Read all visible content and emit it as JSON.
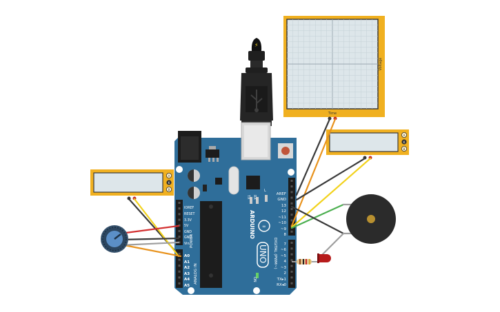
{
  "board": {
    "power_labels": [
      "IOREF",
      "RESET",
      "3.3V",
      "5V",
      "GND",
      "GND",
      "Vin"
    ],
    "power_header": "POWER",
    "analog_labels": [
      "A0",
      "A1",
      "A2",
      "A3",
      "A4",
      "A5"
    ],
    "analog_header": "ANALOG IN",
    "digital_top_labels": [
      "AREF",
      "GND",
      "13",
      "12",
      "~11",
      "~10",
      "~9",
      "8"
    ],
    "digital_bottom_labels": [
      "7",
      "~6",
      "~5",
      "4",
      "~3",
      "2",
      "TX▸1",
      "RX◂0"
    ],
    "digital_header": "DIGITAL (PWM~)",
    "brand": "ARDUINO",
    "model": "UNO",
    "tx_label": "TX",
    "rx_label": "RX",
    "l_label": "L",
    "on_label": "ON"
  },
  "oscilloscope": {
    "x_label": "Time",
    "y_label": "Voltage"
  },
  "display_right": {
    "pins": [
      "A",
      "K",
      "B"
    ]
  },
  "display_left": {
    "pins": [
      "A",
      "K",
      "B"
    ]
  },
  "colors": {
    "board": "#2f6e9a",
    "module": "#f0b020",
    "wire_yellow": "#f2d21c",
    "wire_orange": "#e8921c",
    "wire_green": "#4caf50",
    "wire_red": "#d32f2f",
    "wire_black": "#3a3a3a",
    "wire_gray": "#9e9e9e"
  }
}
